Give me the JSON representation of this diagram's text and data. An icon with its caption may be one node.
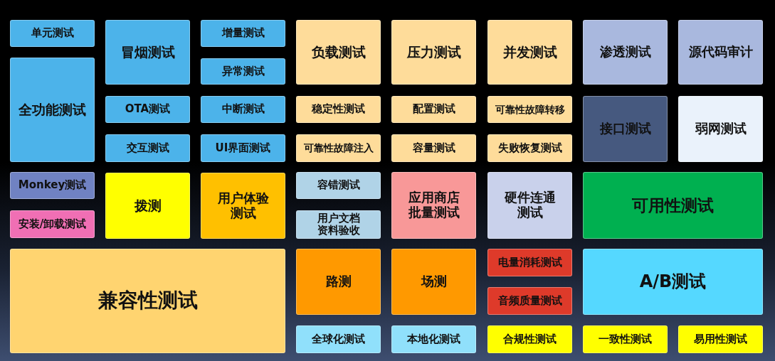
{
  "diagram": {
    "nodes": [
      {
        "text": [
          "单元测试"
        ]
      },
      {
        "text": [
          "冒烟测试"
        ]
      },
      {
        "text": [
          "增量测试"
        ]
      },
      {
        "text": [
          "负载测试"
        ]
      },
      {
        "text": [
          "压力测试"
        ]
      },
      {
        "text": [
          "并发测试"
        ]
      },
      {
        "text": [
          "渗透测试"
        ]
      },
      {
        "text": [
          "源代码审计"
        ]
      },
      {
        "text": [
          "全功能测试"
        ]
      },
      {
        "text": [
          "异常测试"
        ]
      },
      {
        "text": [
          "OTA测试"
        ]
      },
      {
        "text": [
          "中断测试"
        ]
      },
      {
        "text": [
          "稳定性测试"
        ]
      },
      {
        "text": [
          "配置测试"
        ]
      },
      {
        "text": [
          "可靠性故障转移"
        ]
      },
      {
        "text": [
          "接口测试"
        ]
      },
      {
        "text": [
          "弱网测试"
        ]
      },
      {
        "text": [
          "交互测试"
        ]
      },
      {
        "text": [
          "UI界面测试"
        ]
      },
      {
        "text": [
          "可靠性故障注入"
        ]
      },
      {
        "text": [
          "容量测试"
        ]
      },
      {
        "text": [
          "失败恢复测试"
        ]
      },
      {
        "text": [
          "Monkey测试"
        ]
      },
      {
        "text": [
          "拨测"
        ]
      },
      {
        "text": [
          "用户体验测试"
        ]
      },
      {
        "text": [
          "容错测试"
        ]
      },
      {
        "text": [
          "应用商店批量测试"
        ]
      },
      {
        "text": [
          "硬件连通测试"
        ]
      },
      {
        "text": [
          "可用性测试"
        ]
      },
      {
        "text": [
          "安装/卸载测试"
        ]
      },
      {
        "text": [
          "用户文档资料验收"
        ]
      },
      {
        "text": [
          "兼容性测试"
        ]
      },
      {
        "text": [
          "路测"
        ]
      },
      {
        "text": [
          "场测"
        ]
      },
      {
        "text": [
          "电量消耗测试"
        ]
      },
      {
        "text": [
          "A/B测试"
        ]
      },
      {
        "text": [
          "音频质量测试"
        ]
      },
      {
        "text": [
          "全球化测试"
        ]
      },
      {
        "text": [
          "本地化测试"
        ]
      },
      {
        "text": [
          "合规性测试"
        ]
      },
      {
        "text": [
          "一致性测试"
        ]
      },
      {
        "text": [
          "易用性测试"
        ]
      }
    ]
  }
}
